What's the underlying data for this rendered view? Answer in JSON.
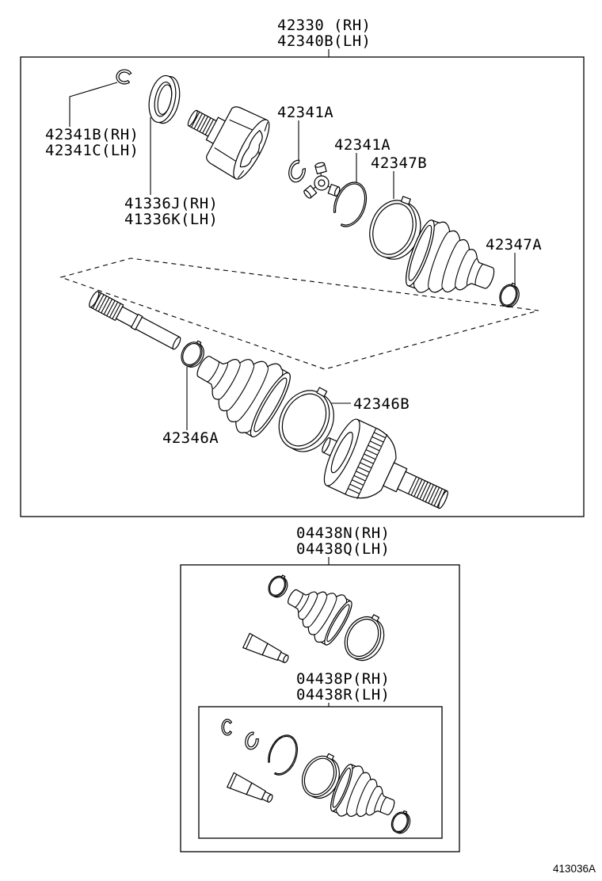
{
  "figure": {
    "id": "413036A"
  },
  "callouts": {
    "drive_shaft": {
      "rh": "42330 (RH)",
      "lh": "42340B(LH)"
    },
    "clip": {
      "rh": "42341B(RH)",
      "lh": "42341C(LH)"
    },
    "seal": {
      "rh": "41336J(RH)",
      "lh": "41336K(LH)"
    },
    "ring_small": "42341A",
    "ring_large": "42341A",
    "clamp_inner_large": "42347B",
    "clamp_inner_small": "42347A",
    "clamp_outer_large": "42346B",
    "clamp_outer_small": "42346A",
    "kit_outer": {
      "rh": "04438N(RH)",
      "lh": "04438Q(LH)"
    },
    "kit_inner": {
      "rh": "04438P(RH)",
      "lh": "04438R(LH)"
    }
  },
  "colors": {
    "line": "#000000",
    "background": "#ffffff"
  }
}
